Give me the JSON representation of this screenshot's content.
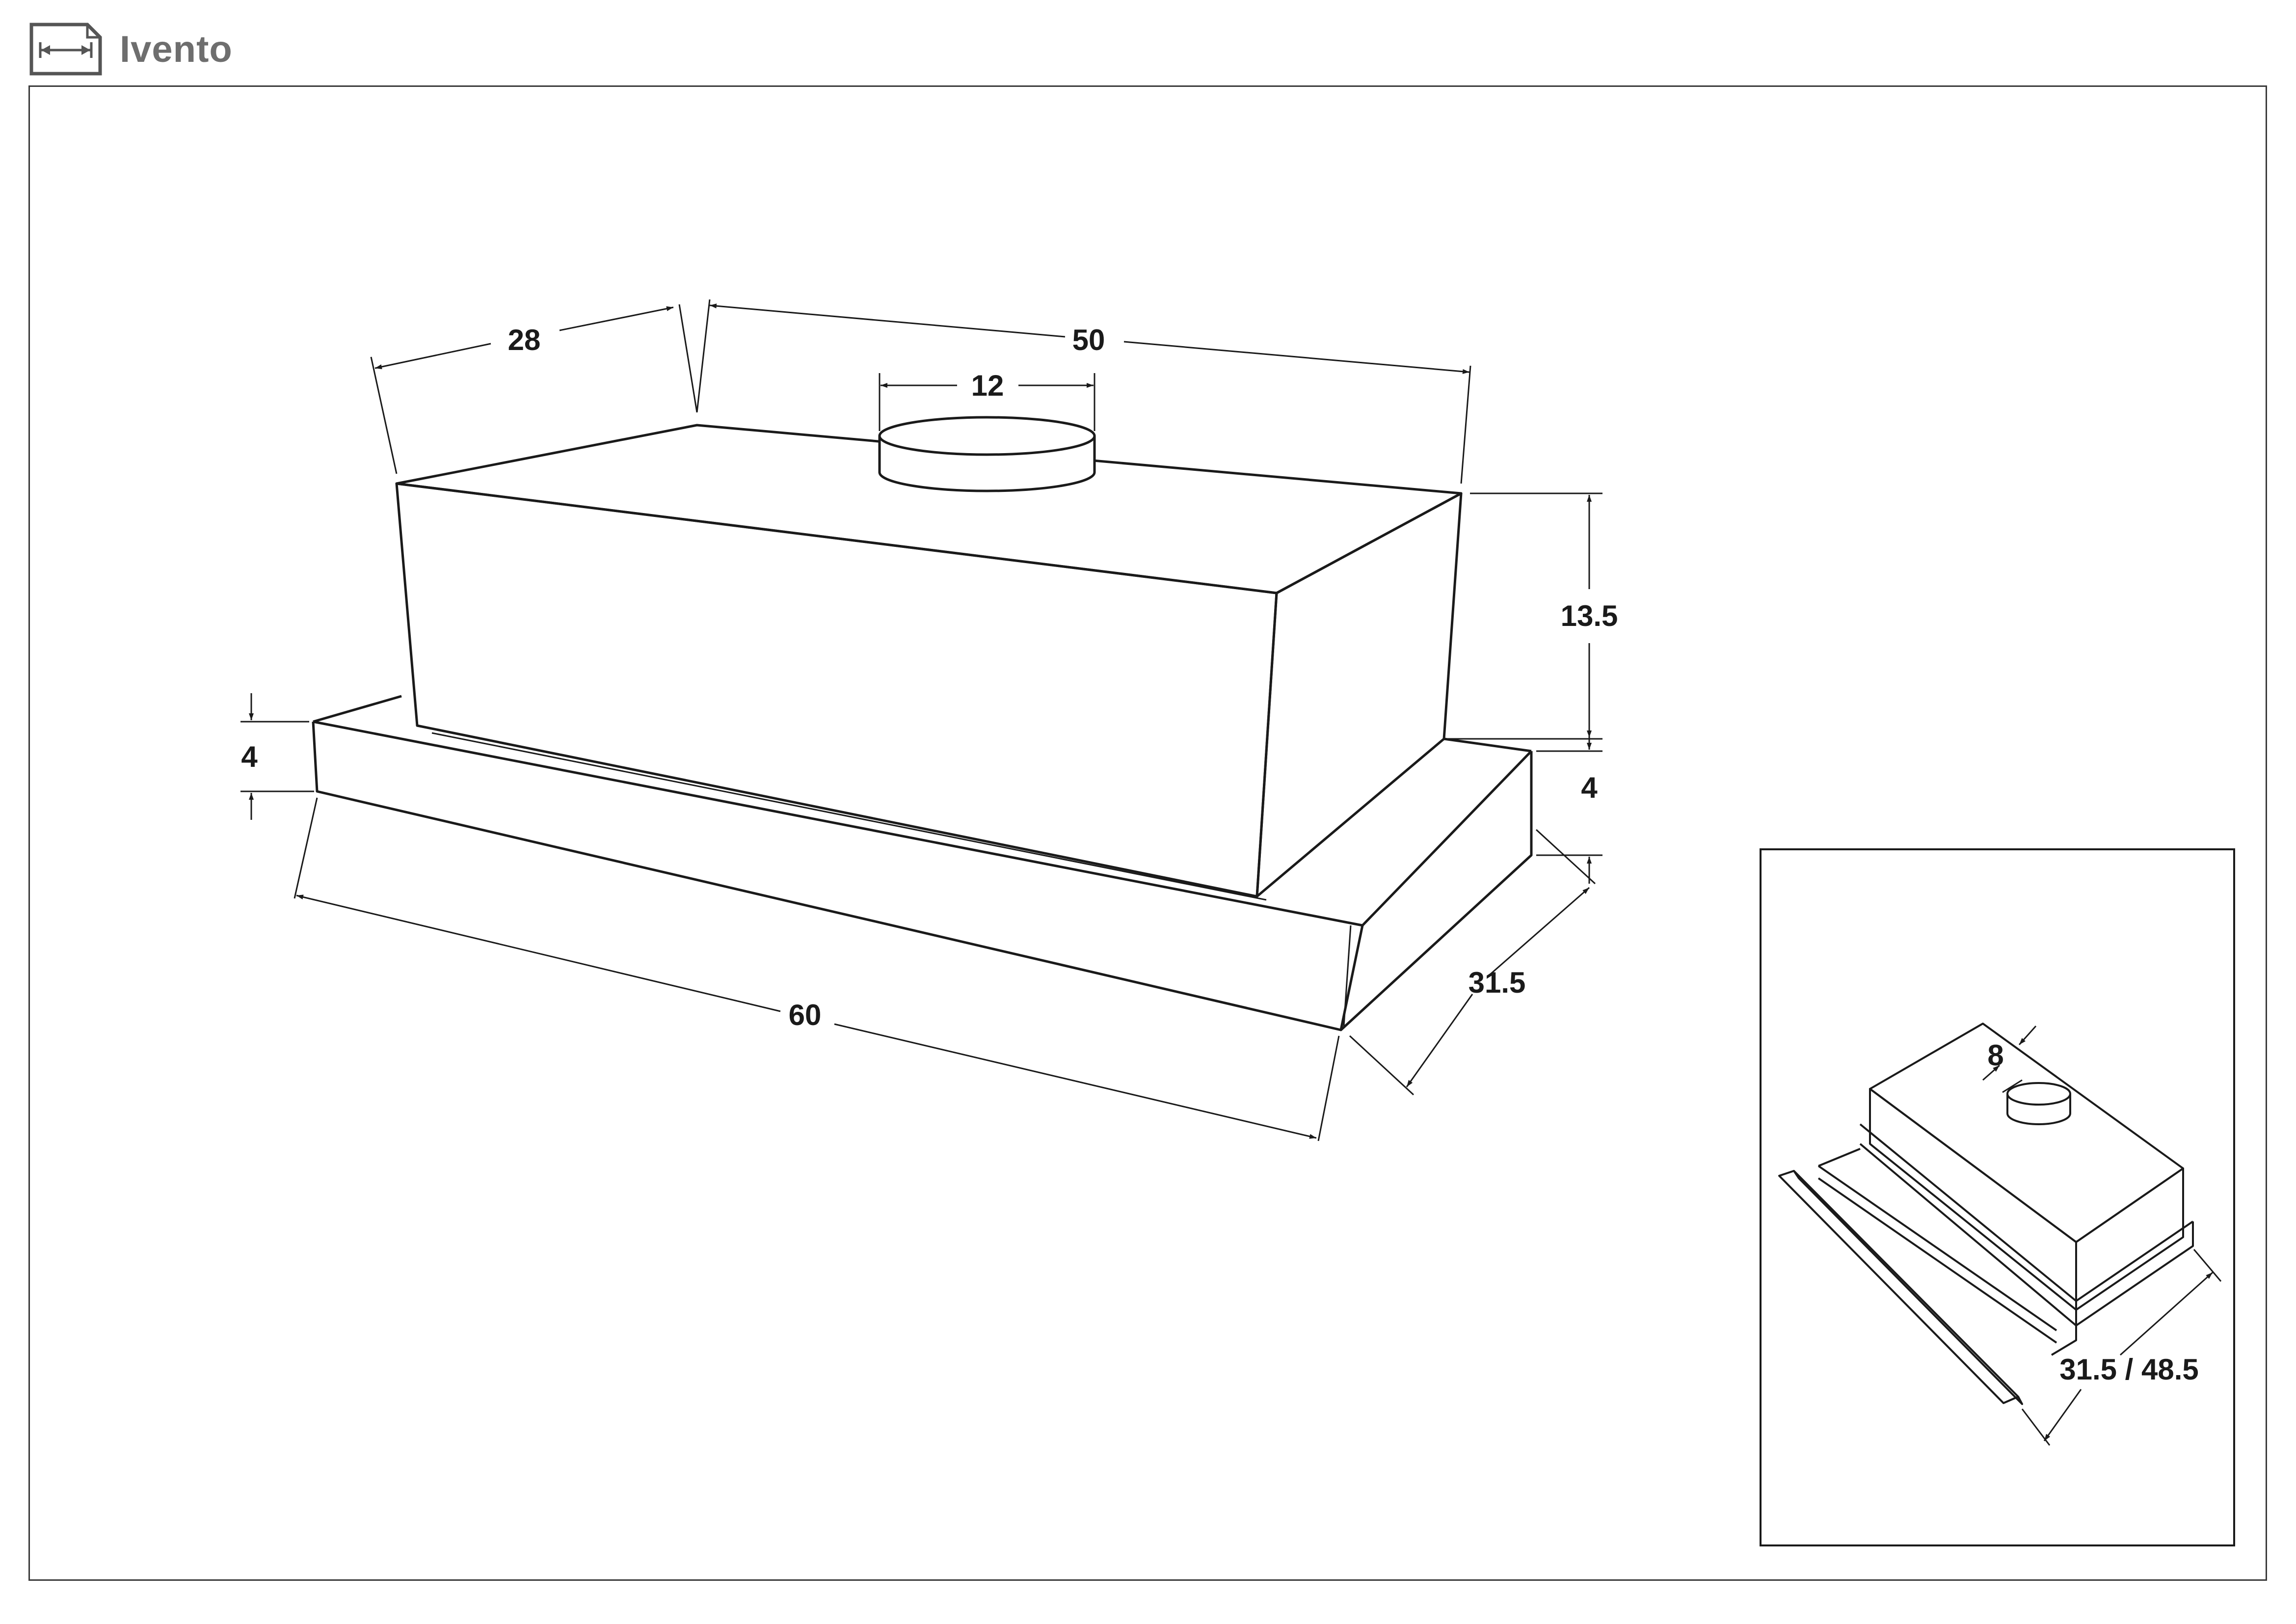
{
  "header": {
    "brand_name": "Ivento",
    "icon": "width-dimension-icon"
  },
  "main_drawing": {
    "dimensions": {
      "width_top": "50",
      "depth_top": "28",
      "outlet_diameter": "12",
      "body_height": "13.5",
      "panel_height_left": "4",
      "panel_height_right": "4",
      "panel_depth": "31.5",
      "panel_width": "60"
    }
  },
  "inset_drawing": {
    "dimensions": {
      "outlet_collar": "8",
      "extension_depth": "31.5 / 48.5"
    }
  },
  "colors": {
    "line": "#1a1a1a",
    "brand_text": "#6e6e6e",
    "frame": "#3a3a3a"
  }
}
